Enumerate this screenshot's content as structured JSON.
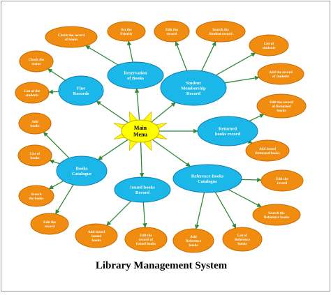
{
  "title": "Library Management System",
  "colors": {
    "hub_fill": "#ffff00",
    "hub_text": "#000000",
    "module_fill": "#1ab7e8",
    "module_stroke": "#0d7fb0",
    "module_text": "#ffffff",
    "leaf_fill": "#f08c10",
    "leaf_stroke": "#c86a00",
    "leaf_text": "#ffffff",
    "connector": "#2f8a3a",
    "frame_border": "#999999"
  },
  "hub": {
    "id": "main",
    "lines": [
      "Main",
      "Menu"
    ]
  },
  "modules": [
    {
      "id": "reservation",
      "lines": [
        "Reservation",
        "of Books"
      ]
    },
    {
      "id": "fine",
      "lines": [
        "Fine",
        "Records"
      ]
    },
    {
      "id": "membership",
      "lines": [
        "Student",
        "Membership",
        "Record"
      ]
    },
    {
      "id": "returned",
      "lines": [
        "Returned",
        "books record"
      ]
    },
    {
      "id": "catalogue",
      "lines": [
        "Books",
        "Catalogue"
      ]
    },
    {
      "id": "issued",
      "lines": [
        "Issued books",
        "Record"
      ]
    },
    {
      "id": "reference",
      "lines": [
        "Reference Books",
        "Catalogue"
      ]
    }
  ],
  "leaves": [
    {
      "id": "res-check",
      "parent": "reservation",
      "lines": [
        "Check the record",
        "of books"
      ]
    },
    {
      "id": "res-priority",
      "parent": "reservation",
      "lines": [
        "Set the",
        "Priority"
      ]
    },
    {
      "id": "fine-status",
      "parent": "fine",
      "lines": [
        "Check the",
        "status"
      ]
    },
    {
      "id": "fine-list",
      "parent": "fine",
      "lines": [
        "List of the",
        "students"
      ]
    },
    {
      "id": "mem-edit",
      "parent": "membership",
      "lines": [
        "Edit the",
        "record"
      ]
    },
    {
      "id": "mem-search",
      "parent": "membership",
      "lines": [
        "Search the",
        "Student record"
      ]
    },
    {
      "id": "mem-list",
      "parent": "membership",
      "lines": [
        "List of",
        "students"
      ]
    },
    {
      "id": "mem-add",
      "parent": "membership",
      "lines": [
        "Add the record",
        "of students"
      ]
    },
    {
      "id": "ret-edit",
      "parent": "returned",
      "lines": [
        "Edit the record",
        "of Returned",
        "books"
      ]
    },
    {
      "id": "ret-add",
      "parent": "returned",
      "lines": [
        "Add issued",
        "Returned books"
      ]
    },
    {
      "id": "cat-add",
      "parent": "catalogue",
      "lines": [
        "Add",
        "books"
      ]
    },
    {
      "id": "cat-list",
      "parent": "catalogue",
      "lines": [
        "List of",
        "books"
      ]
    },
    {
      "id": "cat-search",
      "parent": "catalogue",
      "lines": [
        "Search",
        "the books"
      ]
    },
    {
      "id": "cat-edit",
      "parent": "catalogue",
      "lines": [
        "Edit the",
        "record"
      ]
    },
    {
      "id": "iss-add",
      "parent": "issued",
      "lines": [
        "Add issued",
        "Issued",
        "books"
      ]
    },
    {
      "id": "iss-edit",
      "parent": "issued",
      "lines": [
        "Edit the",
        "record of",
        "Issued books"
      ]
    },
    {
      "id": "ref-add",
      "parent": "reference",
      "lines": [
        "Add",
        "Reference",
        "books"
      ]
    },
    {
      "id": "ref-list",
      "parent": "reference",
      "lines": [
        "List of",
        "Reference",
        "books"
      ]
    },
    {
      "id": "ref-search",
      "parent": "reference",
      "lines": [
        "Search the",
        "Reference books"
      ]
    },
    {
      "id": "ref-edit",
      "parent": "reference",
      "lines": [
        "Edit the",
        "record"
      ]
    }
  ]
}
